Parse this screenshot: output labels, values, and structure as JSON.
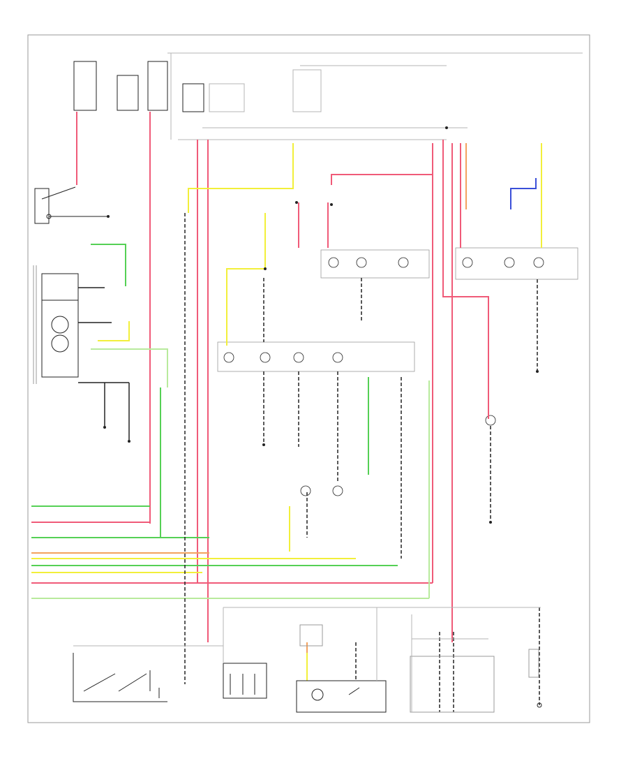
{
  "diagram": {
    "title": "",
    "reference_code": "",
    "wire_colors": {
      "red": "#f05a78",
      "yellow": "#f2ef3a",
      "green": "#55d055",
      "light_green": "#b8ea9c",
      "blue": "#3a4fd8",
      "orange": "#f3a25e",
      "black": "#222222",
      "gray": "#b5b5b5",
      "frame": "#9a9a9a"
    },
    "components": [
      {
        "id": "fuse_box_left",
        "label": ""
      },
      {
        "id": "backup_switch",
        "label": ""
      },
      {
        "id": "transfer_switch",
        "label": ""
      },
      {
        "id": "lamp_cluster_center_top",
        "label": ""
      },
      {
        "id": "lamp_cluster_center_mid",
        "label": ""
      },
      {
        "id": "lamp_cluster_right_top",
        "label": ""
      },
      {
        "id": "lamp_right_mid",
        "label": ""
      },
      {
        "id": "lamp_center_bottom",
        "label": ""
      },
      {
        "id": "bottom_left_switch",
        "label": ""
      },
      {
        "id": "bottom_left_relay",
        "label": ""
      },
      {
        "id": "bottom_center_switch",
        "label": ""
      },
      {
        "id": "bottom_right_module",
        "label": ""
      },
      {
        "id": "bottom_right_sensor",
        "label": ""
      }
    ]
  }
}
